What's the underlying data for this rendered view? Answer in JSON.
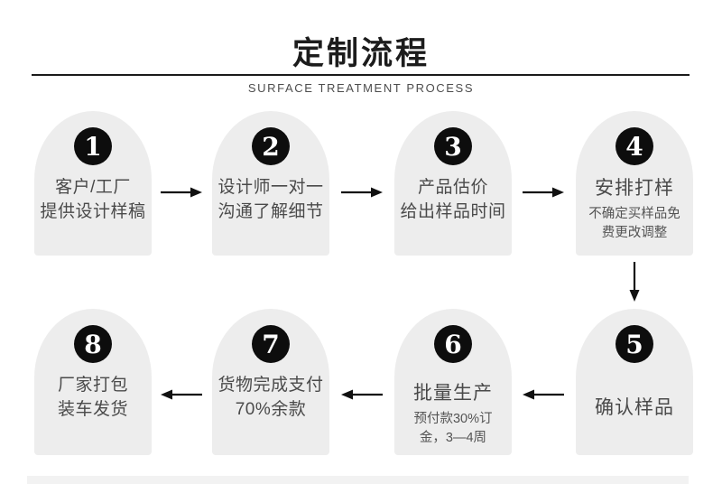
{
  "header": {
    "title": "定制流程",
    "subtitle": "SURFACE TREATMENT PROCESS"
  },
  "steps": [
    {
      "number": "1",
      "line1": "客户/工厂",
      "line2": "提供设计样稿"
    },
    {
      "number": "2",
      "line1": "设计师一对一",
      "line2": "沟通了解细节"
    },
    {
      "number": "3",
      "line1": "产品估价",
      "line2": "给出样品时间"
    },
    {
      "number": "4",
      "main": "安排打样",
      "sub1": "不确定买样品免",
      "sub2": "费更改调整"
    },
    {
      "number": "5",
      "main": "确认样品"
    },
    {
      "number": "6",
      "main": "批量生产",
      "sub1": "预付款30%订",
      "sub2": "金，3—4周"
    },
    {
      "number": "7",
      "line1": "货物完成支付",
      "line2": "70%余款"
    },
    {
      "number": "8",
      "line1": "厂家打包",
      "line2": "装车发货"
    }
  ],
  "colors": {
    "card_bg": "#ededed",
    "circle_bg": "#0d0d0d",
    "text": "#4a4a4a",
    "arrow": "#111111"
  }
}
